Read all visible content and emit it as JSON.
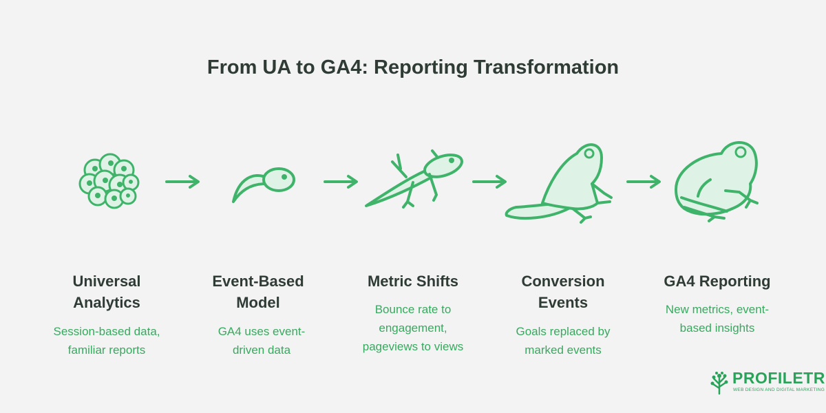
{
  "title": "From UA to GA4: Reporting Transformation",
  "colors": {
    "accent": "#3fb36a",
    "light_fill": "#dff2e6",
    "heading": "#2f3b35",
    "desc": "#37a95f"
  },
  "stages": [
    {
      "icon": "frog-eggs-icon",
      "label_line1": "Universal",
      "label_line2": "Analytics",
      "desc_line1": "Session-based data,",
      "desc_line2": "familiar reports",
      "desc_line3": ""
    },
    {
      "icon": "tadpole-icon",
      "label_line1": "Event-Based",
      "label_line2": "Model",
      "desc_line1": "GA4 uses event-",
      "desc_line2": "driven data",
      "desc_line3": ""
    },
    {
      "icon": "tadpole-with-legs-icon",
      "label_line1": "Metric Shifts",
      "label_line2": "",
      "desc_line1": "Bounce rate to",
      "desc_line2": "engagement,",
      "desc_line3": "pageviews to views"
    },
    {
      "icon": "froglet-icon",
      "label_line1": "Conversion",
      "label_line2": "Events",
      "desc_line1": "Goals replaced by",
      "desc_line2": "marked events",
      "desc_line3": ""
    },
    {
      "icon": "frog-icon",
      "label_line1": "GA4 Reporting",
      "label_line2": "",
      "desc_line1": "New metrics, event-",
      "desc_line2": "based insights",
      "desc_line3": ""
    }
  ],
  "logo": {
    "name": "PROFILETREE",
    "tagline": "WEB DESIGN AND DIGITAL MARKETING"
  }
}
